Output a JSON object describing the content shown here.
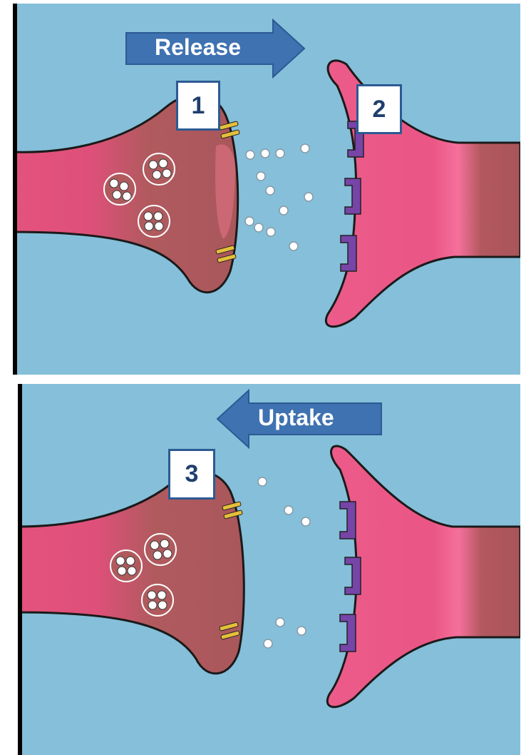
{
  "panels": {
    "top": {
      "arrow_label": "Release",
      "arrow_direction": "right",
      "labels": [
        "1",
        "2"
      ]
    },
    "bottom": {
      "arrow_label": "Uptake",
      "arrow_direction": "left",
      "labels": [
        "3"
      ]
    }
  },
  "colors": {
    "background": "#85bfd9",
    "presynaptic": "#b05a5e",
    "axon": "#e4527e",
    "postsynaptic": "#ec5b8a",
    "receptor": "#7744a8",
    "channel": "#e5bf3a",
    "arrow": "#3f72b1",
    "label_border": "#2c5a93"
  }
}
